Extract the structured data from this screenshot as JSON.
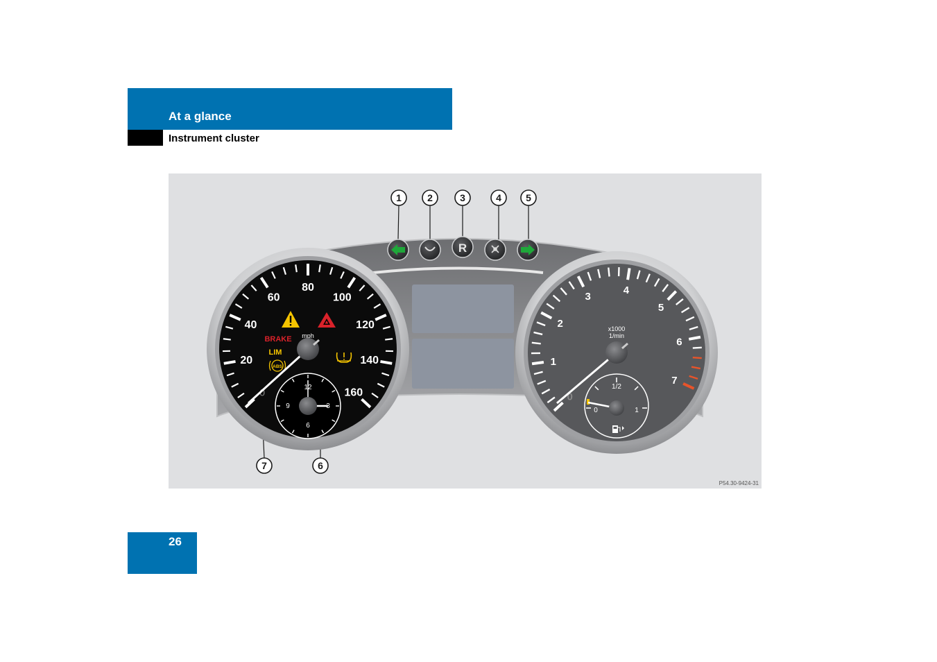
{
  "header": {
    "section_title": "At a glance",
    "subsection_title": "Instrument cluster"
  },
  "page": {
    "number": "26"
  },
  "colors": {
    "accent_blue": "#0072b1",
    "figure_bg": "#dfe0e2",
    "dial_black": "#0b0b0b",
    "warning_yellow": "#f5c400",
    "warning_red": "#d9222a",
    "indicator_green": "#1fa83a",
    "redline": "#e8542a"
  },
  "figure": {
    "code": "P54.30-9424-31",
    "callouts": [
      "1",
      "2",
      "3",
      "4",
      "5",
      "6",
      "7"
    ],
    "indicator_lamps": [
      {
        "icon": "left-turn-arrow-icon"
      },
      {
        "icon": "low-beam-icon"
      },
      {
        "icon": "r-letter",
        "text": "R"
      },
      {
        "icon": "high-beam-icon"
      },
      {
        "icon": "right-turn-arrow-icon"
      }
    ],
    "speedometer": {
      "unit": "mph",
      "labels": [
        "0",
        "20",
        "40",
        "60",
        "80",
        "100",
        "120",
        "140",
        "160"
      ],
      "warning_text": {
        "brake": "BRAKE",
        "lim": "LIM",
        "abs": "ABS"
      },
      "icons": [
        "warning-triangle-icon",
        "hazard-triangle-icon",
        "tire-pressure-icon",
        "abs-icon"
      ]
    },
    "clock": {
      "labels": [
        "12",
        "3",
        "6",
        "9"
      ]
    },
    "tachometer": {
      "unit_line1": "x1000",
      "unit_line2": "1/min",
      "labels": [
        "0",
        "1",
        "2",
        "3",
        "4",
        "5",
        "6",
        "7"
      ]
    },
    "fuel_gauge": {
      "labels": {
        "empty": "0",
        "half": "1/2",
        "full": "1"
      },
      "icon": "fuel-pump-icon"
    }
  }
}
